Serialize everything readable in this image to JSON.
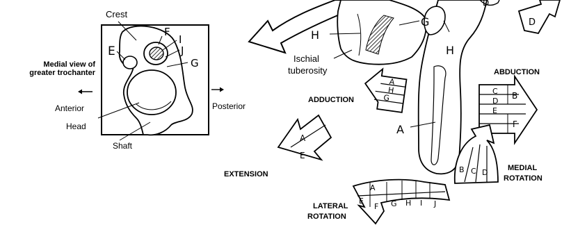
{
  "inset": {
    "crest": "Crest",
    "medial_view_line1": "Medial view of",
    "medial_view_line2": "greater trochanter",
    "anterior": "Anterior",
    "posterior": "Posterior",
    "head": "Head",
    "shaft": "Shaft",
    "arrow_left": "←",
    "arrow_right": "→",
    "letters": {
      "E": "E",
      "F": "F",
      "I": "I",
      "J": "J",
      "G": "G"
    }
  },
  "pelvis": {
    "ischial_line1": "Ischial",
    "ischial_line2": "tuberosity",
    "H_left": "H",
    "H_right": "H",
    "G": "G",
    "A": "A",
    "D_corner": "D",
    "D_box": "D"
  },
  "movements": {
    "adduction": {
      "label": "ADDUCTION",
      "letters": [
        "A",
        "H",
        "G"
      ]
    },
    "abduction": {
      "label": "ABDUCTION",
      "letters": [
        "C",
        "B",
        "D",
        "E",
        "F"
      ]
    },
    "extension": {
      "label": "EXTENSION",
      "letters": [
        "A",
        "E"
      ]
    },
    "medial_rotation": {
      "label_line1": "MEDIAL",
      "label_line2": "ROTATION",
      "letters": [
        "B",
        "C",
        "D"
      ]
    },
    "lateral_rotation": {
      "label_line1": "LATERAL",
      "label_line2": "ROTATION",
      "letters": [
        "A",
        "E",
        "F",
        "G",
        "H",
        "I",
        "J"
      ]
    }
  }
}
